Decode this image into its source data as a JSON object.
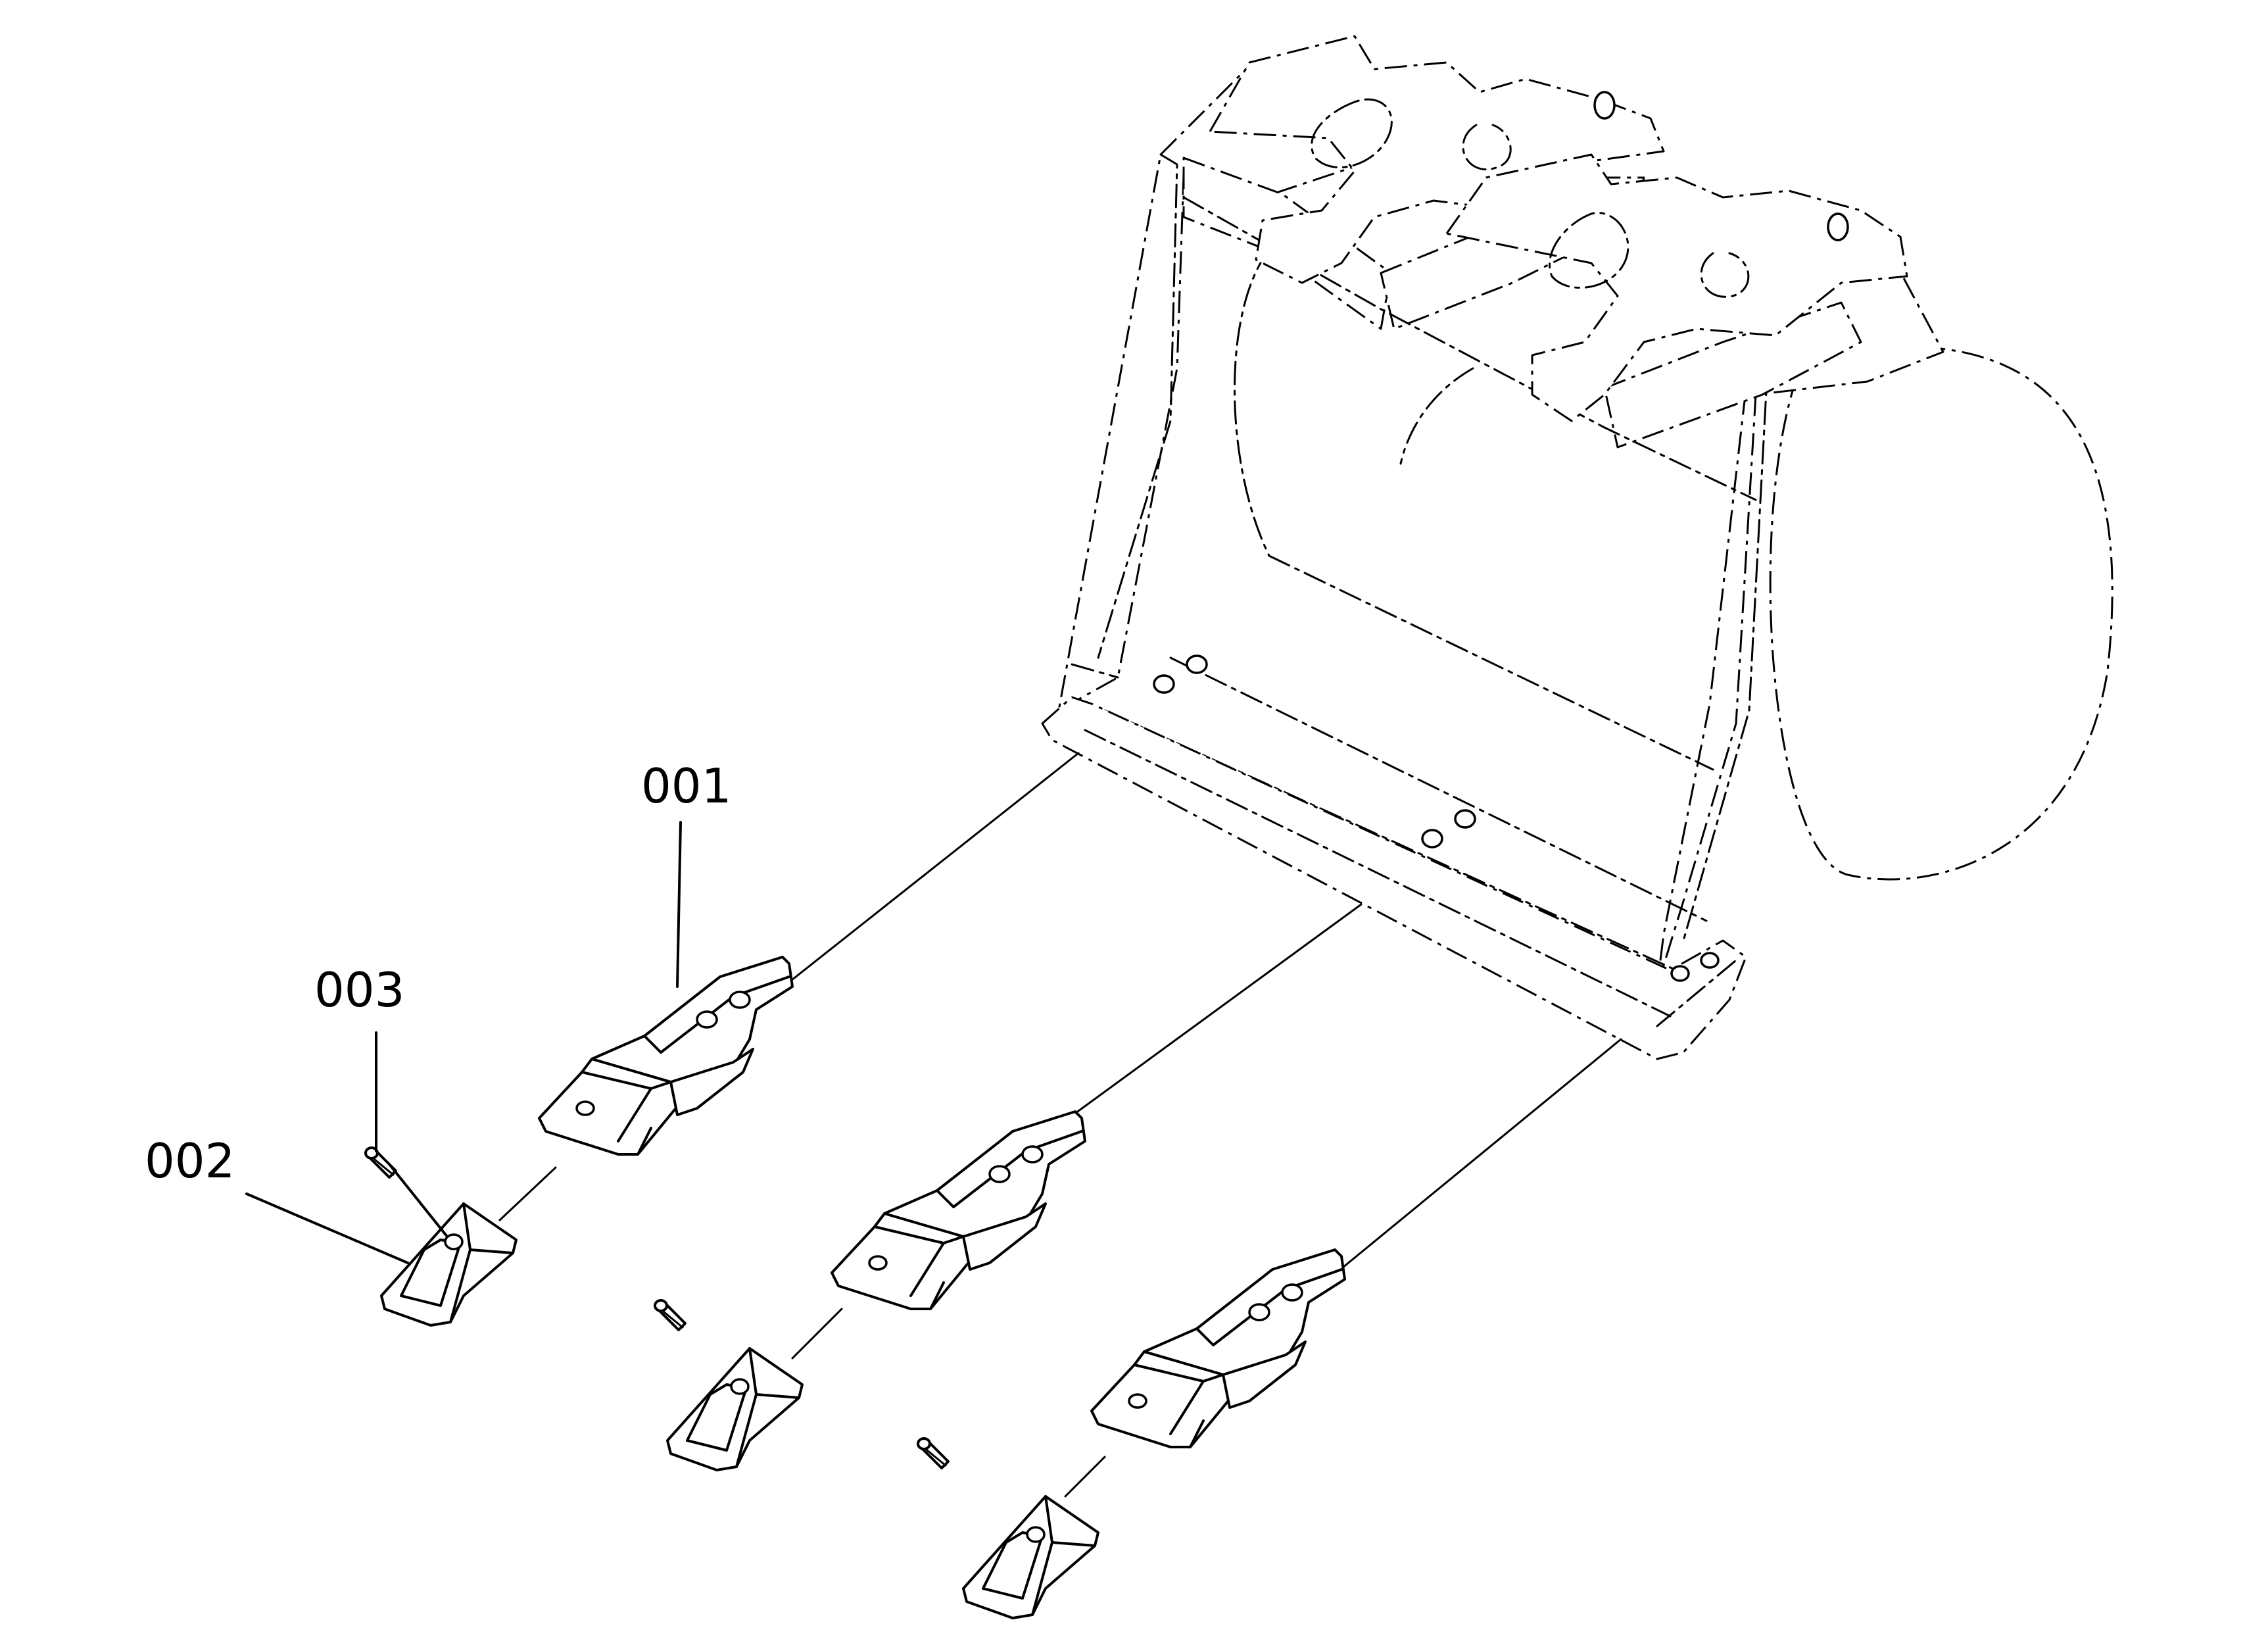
{
  "diagram": {
    "type": "exploded-parts-view",
    "callouts": [
      {
        "id": "001",
        "label": "001"
      },
      {
        "id": "002",
        "label": "002"
      },
      {
        "id": "003",
        "label": "003"
      }
    ]
  }
}
